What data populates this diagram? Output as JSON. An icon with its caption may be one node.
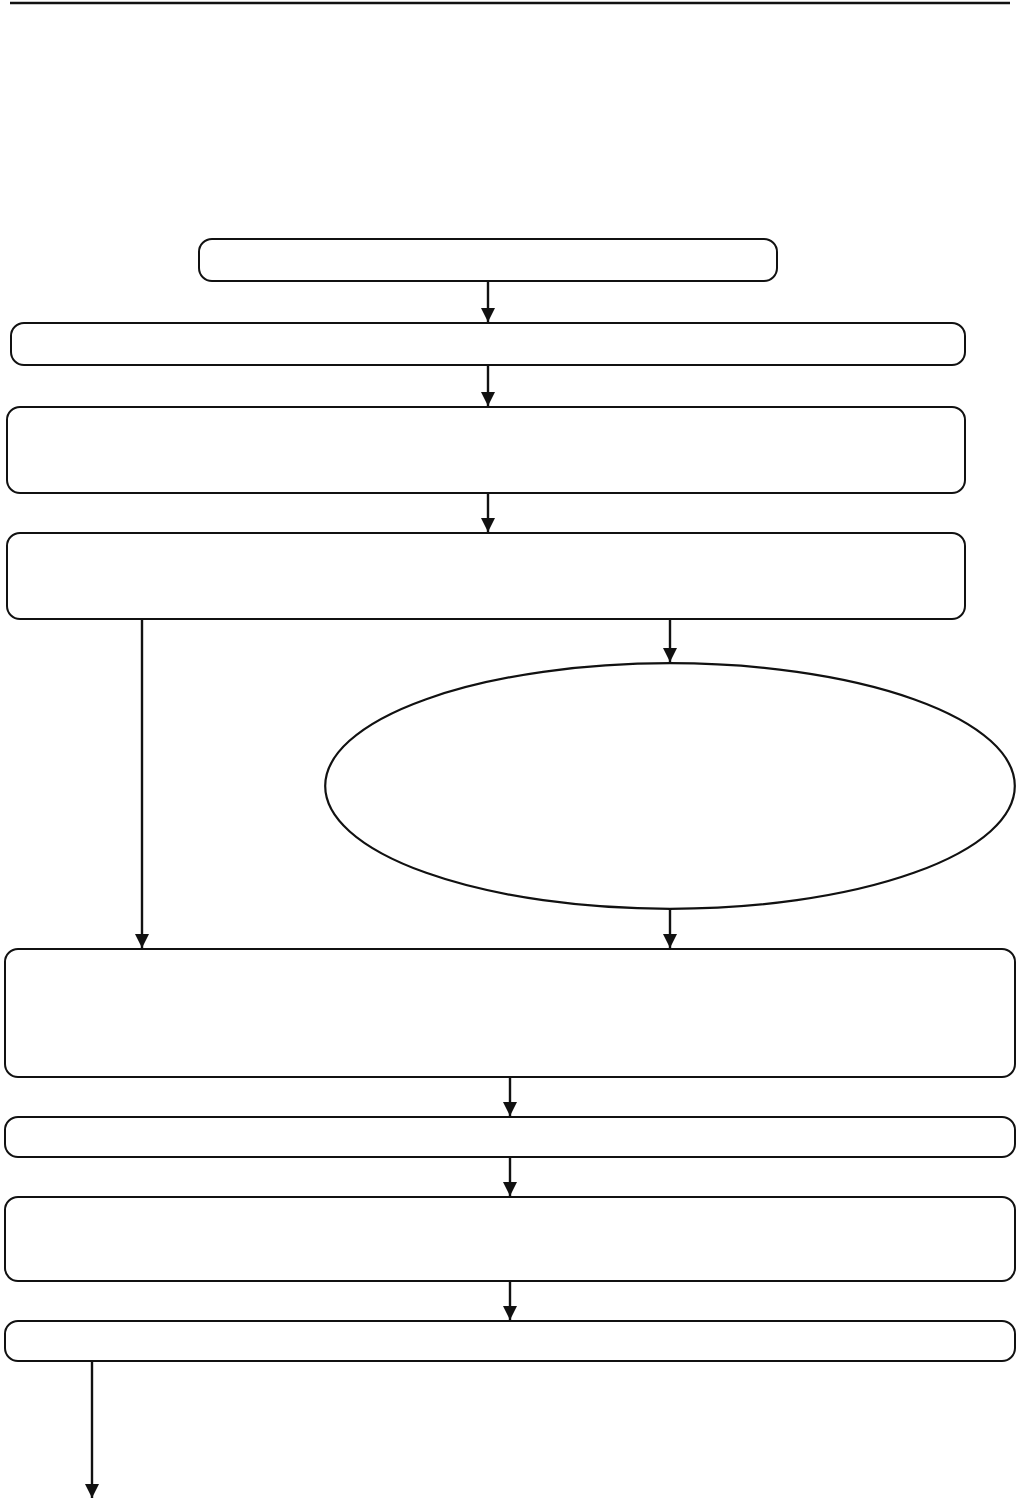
{
  "diagram": {
    "nodes": [
      {
        "text": [],
        "shape": "box"
      },
      {
        "text": [],
        "shape": "box"
      },
      {
        "text": [],
        "shape": "box"
      },
      {
        "text": [],
        "shape": "box"
      },
      {
        "text": [],
        "shape": "ellipse"
      },
      {
        "text": [],
        "shape": "box"
      },
      {
        "text": [],
        "shape": "box"
      },
      {
        "text": [],
        "shape": "box"
      },
      {
        "text": [],
        "shape": "box"
      }
    ],
    "edges": [
      {
        "from": 0,
        "to": 1,
        "arrow": "to"
      },
      {
        "from": 1,
        "to": 2,
        "arrow": "to"
      },
      {
        "from": 2,
        "to": 3,
        "arrow": "to"
      },
      {
        "from": 3,
        "to": 5,
        "arrow": "to"
      },
      {
        "from": 3,
        "to": 4,
        "arrow": "to"
      },
      {
        "from": 4,
        "to": 5,
        "arrow": "to"
      },
      {
        "from": 5,
        "to": 6,
        "arrow": "to"
      },
      {
        "from": 6,
        "to": 7,
        "arrow": "to"
      },
      {
        "from": 7,
        "to": 8,
        "arrow": "to"
      },
      {
        "from": 8,
        "to": null,
        "arrow": "to"
      }
    ]
  }
}
